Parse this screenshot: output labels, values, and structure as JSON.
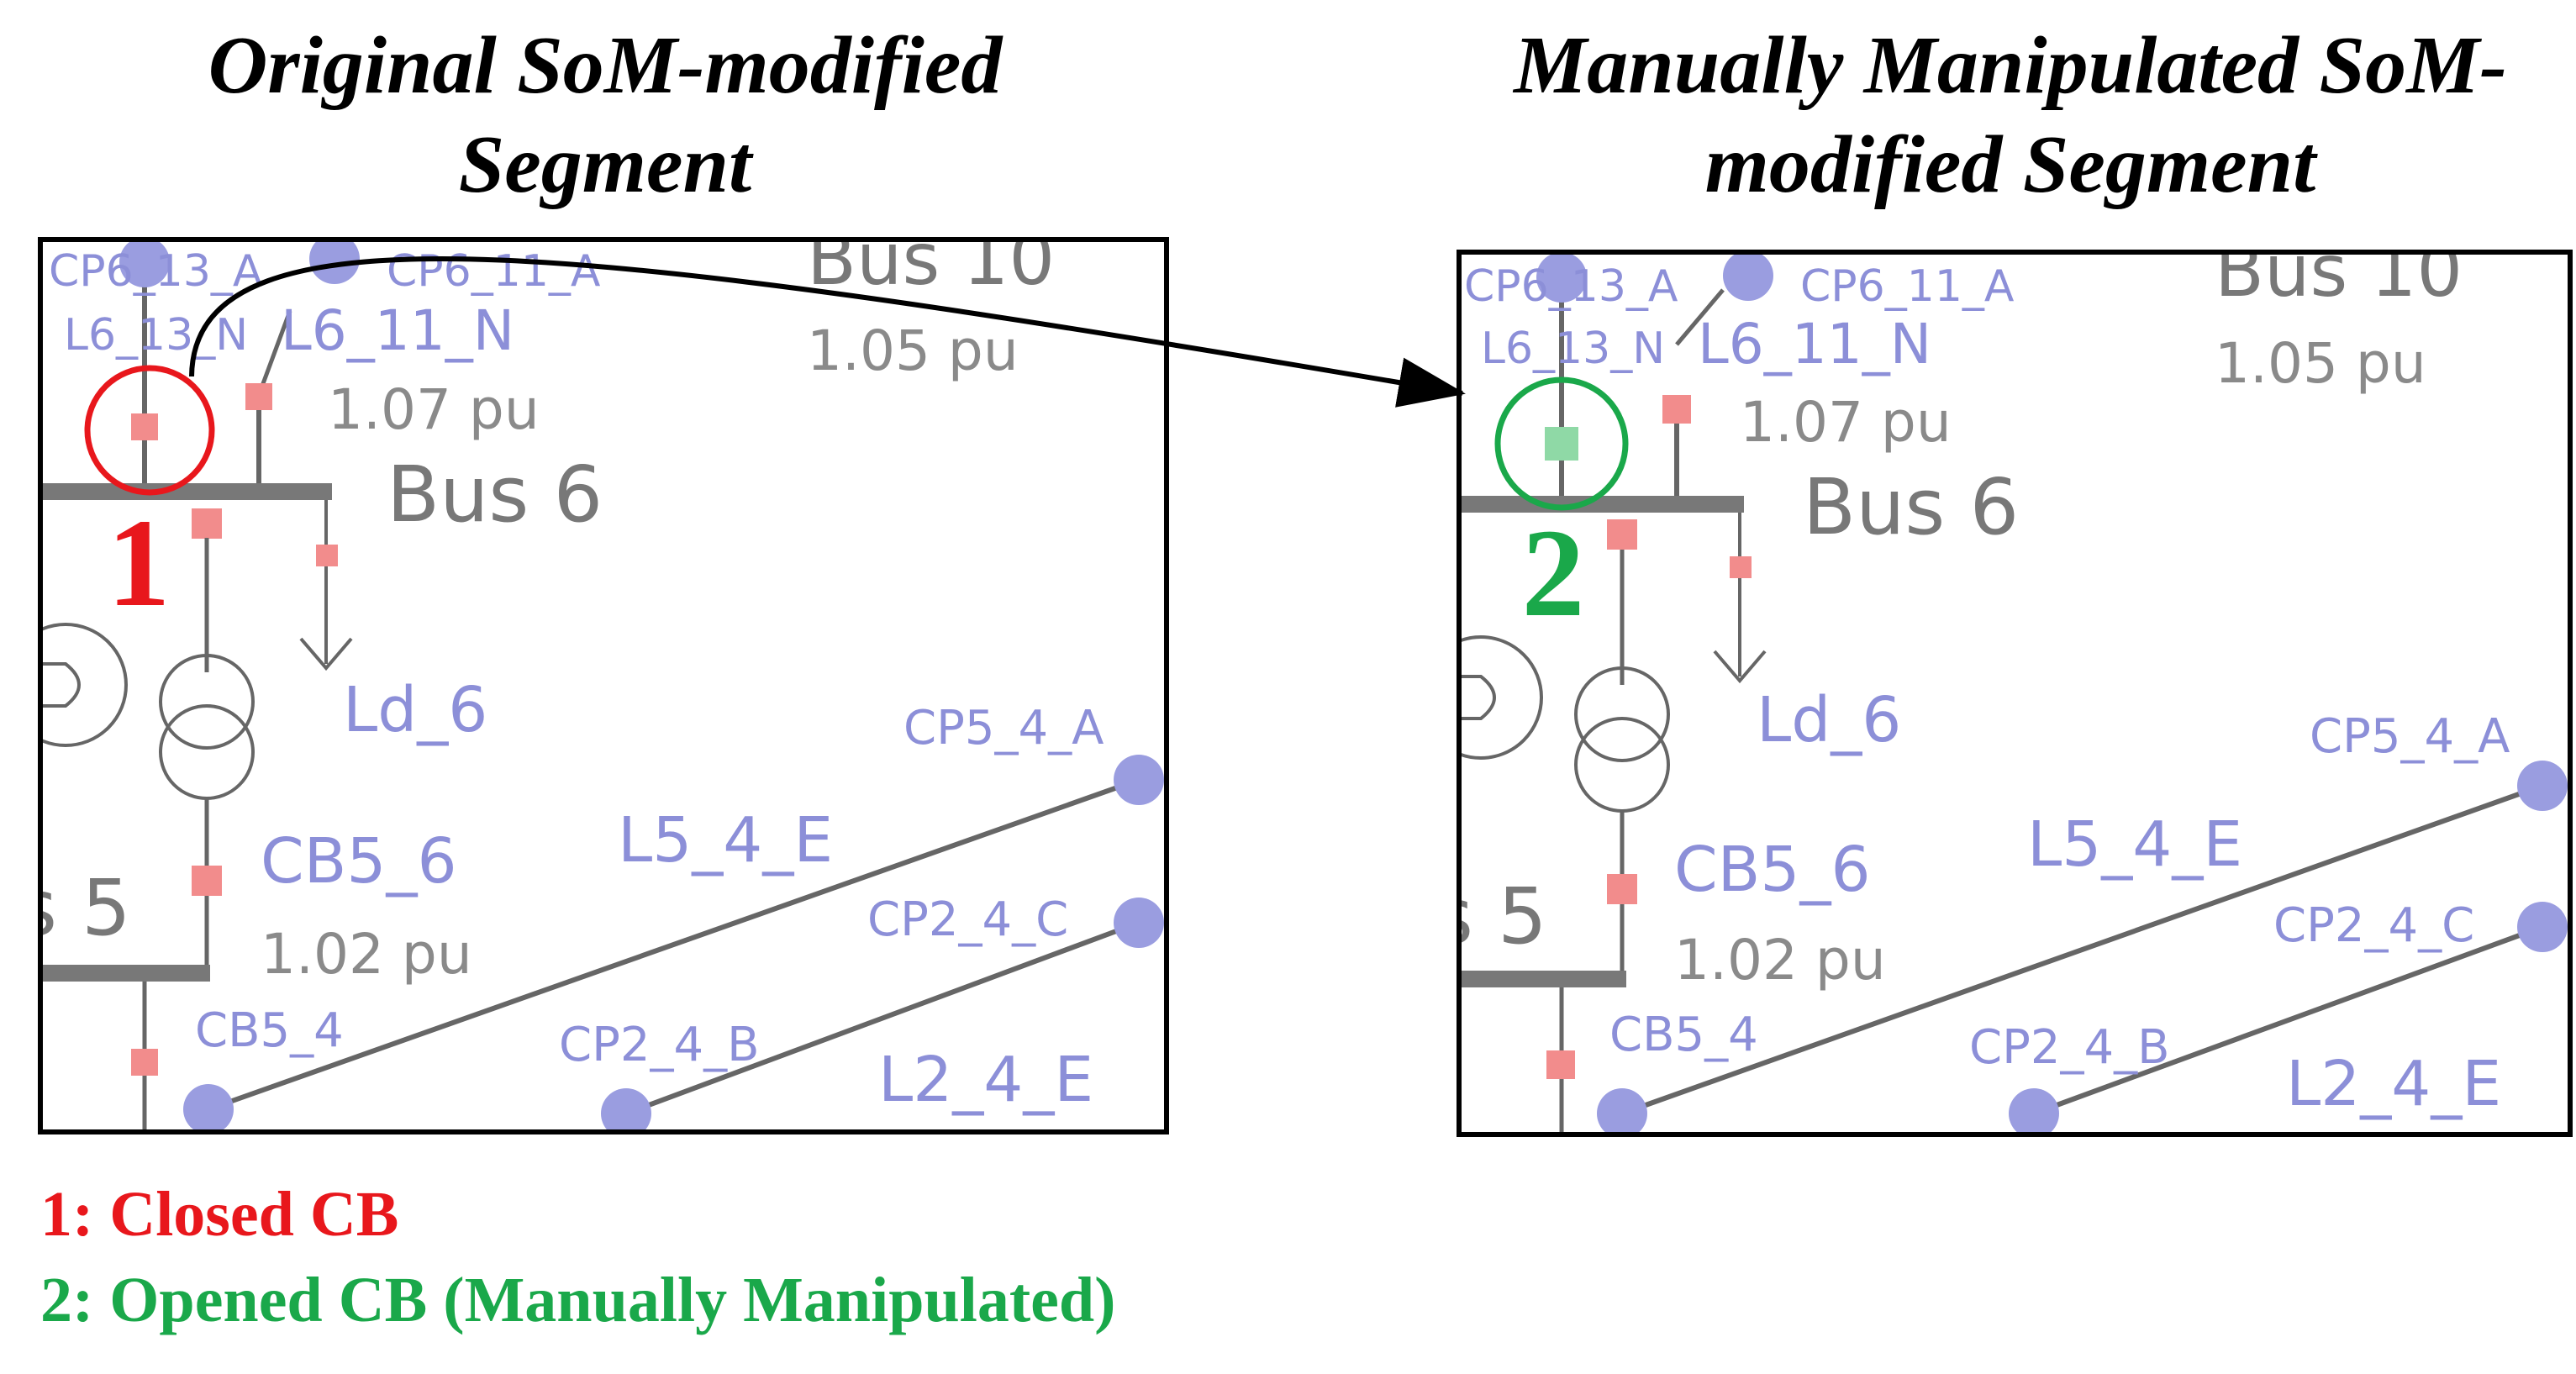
{
  "titles": {
    "left_line1": "Original SoM-modified",
    "left_line2": "Segment",
    "right_line1": "Manually Manipulated SoM-",
    "right_line2": "modified Segment"
  },
  "diagram": {
    "bus10_label": "Bus 10",
    "bus10_voltage": "1.05 pu",
    "bus6_label": "Bus 6",
    "bus6_voltage": "1.07 pu",
    "bus5_label": "s 5",
    "bus5_voltage": "1.02 pu",
    "cp6_13": "CP6_13_A",
    "cp6_11": "CP6_11_A",
    "l6_13": "L6_13_N",
    "l6_11": "L6_11_N",
    "ld6": "Ld_6",
    "cb5_6": "CB5_6",
    "cb5_4": "CB5_4",
    "cp5_4": "CP5_4_A",
    "cp2_4_c": "CP2_4_C",
    "cp2_4_b": "CP2_4_B",
    "l5_4": "L5_4_E",
    "l2_4": "L2_4_E"
  },
  "markers": {
    "left_number": "1",
    "right_number": "2"
  },
  "legend": {
    "item1": "1: Closed CB",
    "item2": "2: Opened CB (Manually Manipulated)"
  },
  "colors": {
    "closed_cb": "#e8171c",
    "opened_cb": "#1aa84a",
    "closed_breaker_fill": "#f28c8c",
    "opened_breaker_fill": "#8fd9a6",
    "node": "#9a9de0"
  }
}
